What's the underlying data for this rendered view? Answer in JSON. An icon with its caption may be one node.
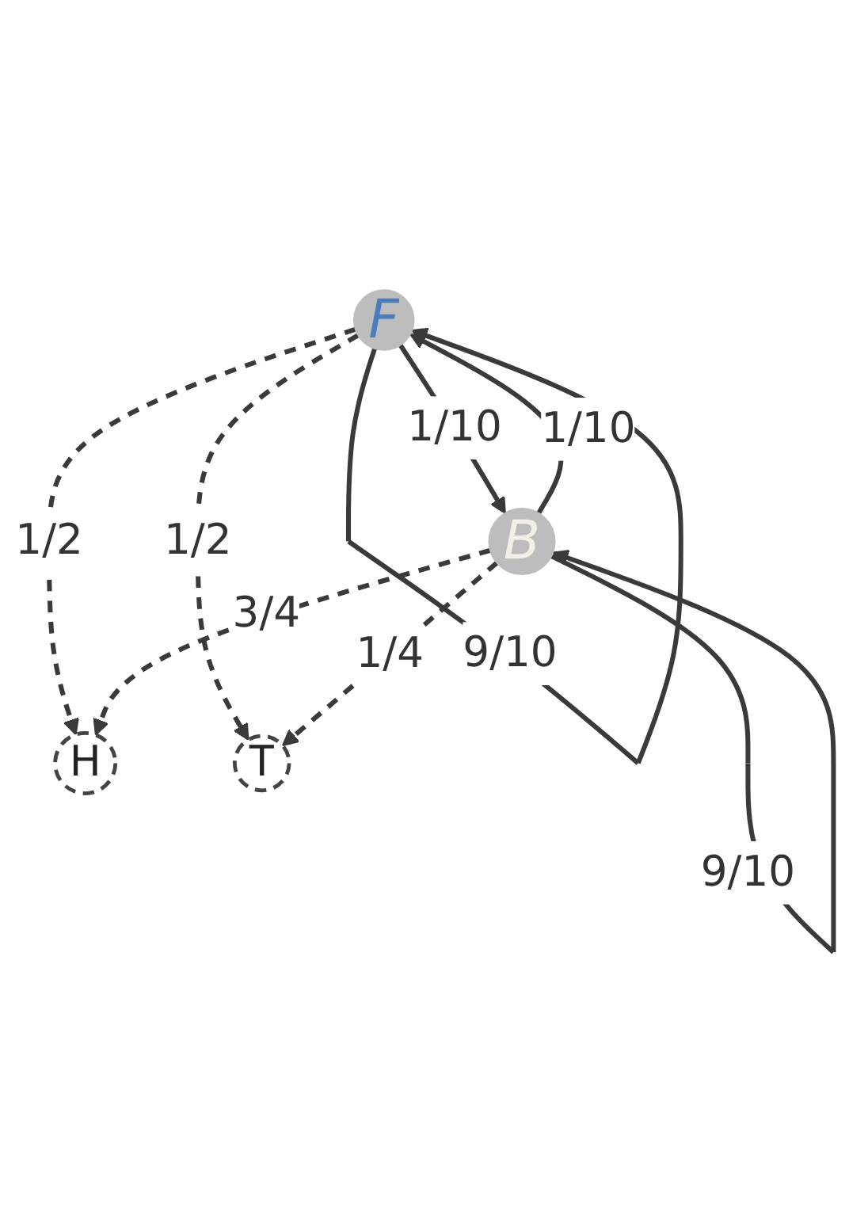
{
  "diagram": {
    "nodes": [
      {
        "text": [
          "H"
        ]
      },
      {
        "text": [
          "F"
        ]
      },
      {
        "text": [
          "B"
        ]
      },
      {
        "text": [
          "T"
        ]
      }
    ],
    "edges": [
      {
        "from": 1,
        "to": 0,
        "arrow": "to",
        "label": "1/2",
        "style": "dashed"
      },
      {
        "from": 2,
        "to": 0,
        "arrow": "to",
        "label": "3/4",
        "style": "dashed"
      },
      {
        "from": 1,
        "to": 2,
        "arrow": "to",
        "label": "1/10"
      },
      {
        "from": 1,
        "to": 1,
        "arrow": "to",
        "label": "9/10"
      },
      {
        "from": 2,
        "to": 2,
        "arrow": "to",
        "label": "9/10"
      },
      {
        "from": 2,
        "to": 1,
        "arrow": "to",
        "label": "1/10"
      },
      {
        "from": 1,
        "to": 3,
        "arrow": "to",
        "label": "1/2",
        "style": "dashed"
      },
      {
        "from": 2,
        "to": 3,
        "arrow": "to",
        "label": "1/4",
        "style": "dashed"
      }
    ]
  }
}
